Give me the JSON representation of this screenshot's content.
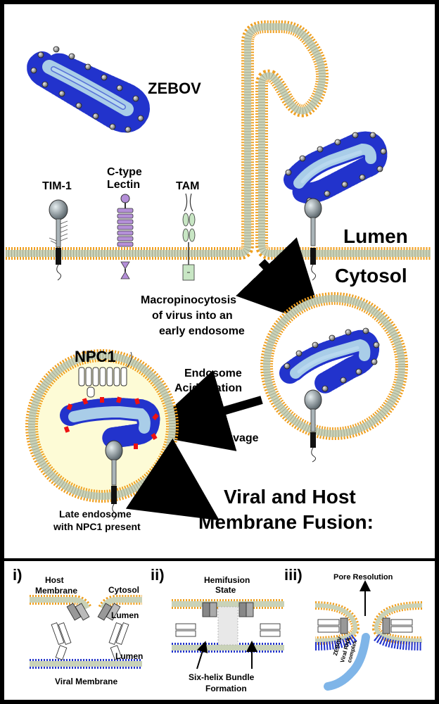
{
  "labels": {
    "zebov": "ZEBOV",
    "tim1": "TIM-1",
    "ctype_line1": "C-type",
    "ctype_line2": "Lectin",
    "tam": "TAM",
    "lumen": "Lumen",
    "cytosol": "Cytosol",
    "macro_line1": "Macropinocytosis",
    "macro_line2": "of virus into an",
    "macro_line3": "early endosome",
    "npc1": "NPC1",
    "acid_line1": "Endosome",
    "acid_line2": "Acidification",
    "gp_cleavage": "GP Cleavage",
    "late_line1": "Late endosome",
    "late_line2": "with NPC1 present",
    "fusion_line1": "Viral and Host",
    "fusion_line2": "Membrane Fusion:"
  },
  "panels": {
    "i": {
      "numeral": "i)",
      "host_line1": "Host",
      "host_line2": "Membrane",
      "cytosol": "Cytosol",
      "lumen_top": "Lumen",
      "lumen_bottom": "Lumen",
      "viral_membrane": "Viral Membrane"
    },
    "ii": {
      "numeral": "ii)",
      "hemi_line1": "Hemifusion",
      "hemi_line2": "State",
      "bundle_line1": "Six-helix Bundle",
      "bundle_line2": "Formation"
    },
    "iii": {
      "numeral": "iii)",
      "pore": "Pore Resolution",
      "complex_line1": "ZEBOV",
      "complex_line2": "Viral RNA",
      "complex_line3": "complex"
    }
  },
  "colors": {
    "membrane_head": "#f0a020",
    "membrane_core": "#c9d2b8",
    "viral_head": "#2233cc",
    "viral_fill": "#a9cde8",
    "gp_red": "#ee1111",
    "endosome_fill": "#fdfbd6",
    "lectin_purple": "#b48fd8",
    "tam_green": "#c8e6c4",
    "rna_blue": "#7fb5e8"
  }
}
